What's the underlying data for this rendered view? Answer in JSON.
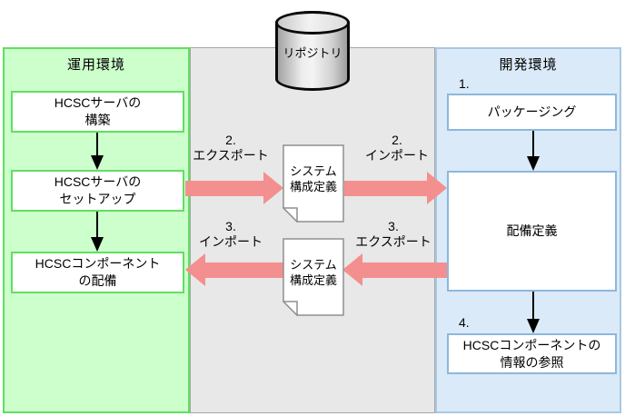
{
  "colors": {
    "operation_fill": "#ccffcc",
    "operation_border": "#62de62",
    "repository_fill": "#e8e8e8",
    "repository_border": "#a6a6a6",
    "development_fill": "#daeaf8",
    "development_border": "#aac8e0",
    "development_box_border": "#8cb8dc",
    "transfer_arrow": "#f48f8f",
    "flow_arrow": "#000000"
  },
  "operation_panel": {
    "title": "運用環境",
    "boxes": [
      {
        "label": "HCSCサーバの\n構築"
      },
      {
        "label": "HCSCサーバの\nセットアップ"
      },
      {
        "label": "HCSCコンポーネント\nの配備"
      }
    ]
  },
  "repository_panel": {
    "cylinder_label": "リポジトリ",
    "documents": [
      {
        "label": "システム\n構成定義"
      },
      {
        "label": "システム\n構成定義"
      }
    ]
  },
  "development_panel": {
    "title": "開発環境",
    "step1_number": "1.",
    "step4_number": "4.",
    "boxes": [
      {
        "label": "パッケージング"
      },
      {
        "label": "配備定義"
      },
      {
        "label": "HCSCコンポーネントの\n情報の参照"
      }
    ]
  },
  "transfer_arrows": [
    {
      "number": "2.",
      "label": "エクスポート",
      "direction": "right"
    },
    {
      "number": "2.",
      "label": "インポート",
      "direction": "right"
    },
    {
      "number": "3.",
      "label": "インポート",
      "direction": "left"
    },
    {
      "number": "3.",
      "label": "エクスポート",
      "direction": "left"
    }
  ]
}
